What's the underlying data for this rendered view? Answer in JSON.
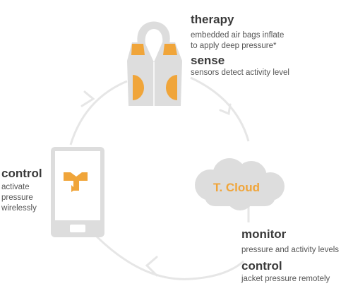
{
  "colors": {
    "accent": "#F0A53A",
    "cycle": "#E6E6E6",
    "device": "#DDDDDD"
  },
  "icons": {
    "vest": "vest-icon",
    "phone": "smartphone-icon",
    "cloud": "cloud-icon"
  },
  "therapy": {
    "title": "therapy",
    "desc_line1": "embedded air bags inflate",
    "desc_line2": "to apply deep pressure*"
  },
  "sense": {
    "title": "sense",
    "desc": "sensors detect activity level"
  },
  "control_left": {
    "title": "control",
    "desc_line1": "activate",
    "desc_line2": "pressure",
    "desc_line3": "wirelessly"
  },
  "cloud": {
    "label": "T. Cloud"
  },
  "monitor": {
    "title": "monitor",
    "desc": "pressure and activity levels"
  },
  "control_right": {
    "title": "control",
    "desc": "jacket pressure remotely"
  }
}
